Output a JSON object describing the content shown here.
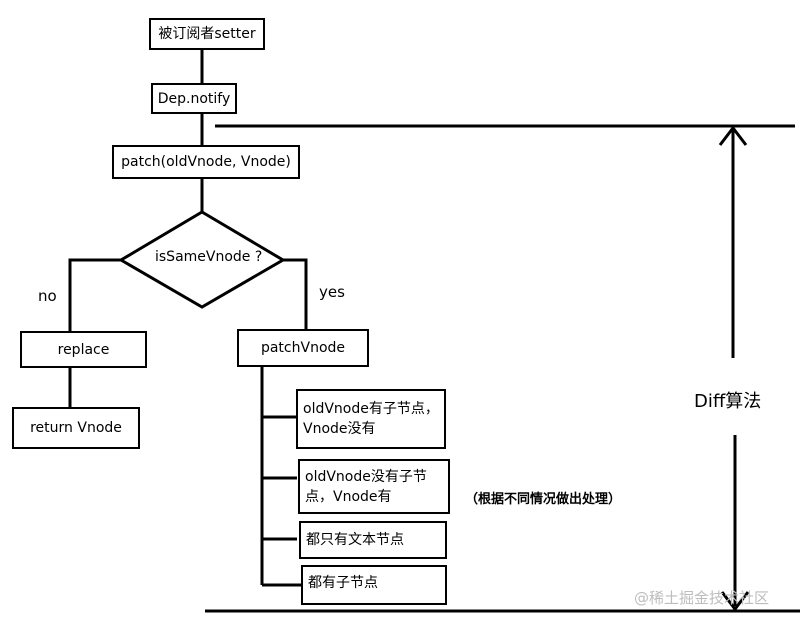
{
  "nodes": {
    "subscriber_setter": "被订阅者setter",
    "dep_notify": "Dep.notify",
    "patch": "patch(oldVnode, Vnode)",
    "decision": "isSameVnode ?",
    "replace": "replace",
    "return_vnode": "return Vnode",
    "patch_vnode": "patchVnode",
    "case1": "oldVnode有子节点，Vnode没有",
    "case2": "oldVnode没有子节点，Vnode有",
    "case3": "都只有文本节点",
    "case4": "都有子节点"
  },
  "labels": {
    "no": "no",
    "yes": "yes",
    "note": "（根据不同情况做出处理）",
    "diff": "Diff算法"
  },
  "watermark": "@稀土掘金技术社区",
  "colors": {
    "line": "#000000",
    "watermark": "#bdbdbd"
  }
}
